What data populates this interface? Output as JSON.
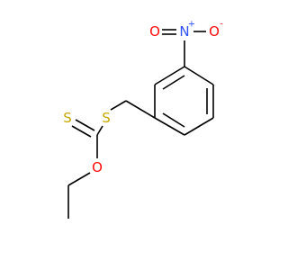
{
  "molecule": {
    "atoms": {
      "nitrogen": {
        "symbol": "N",
        "charge": "+"
      },
      "oxygen_nitro_left": {
        "symbol": "O"
      },
      "oxygen_nitro_right": {
        "symbol": "O",
        "charge": "-"
      },
      "sulfur_thioether": {
        "symbol": "S"
      },
      "sulfur_thione": {
        "symbol": "S"
      },
      "oxygen_ester": {
        "symbol": "O"
      }
    }
  },
  "colors": {
    "bond": "#000000",
    "nitrogen": "#3050F8",
    "oxygen": "#FF0D0D",
    "sulfur": "#C8A800"
  }
}
